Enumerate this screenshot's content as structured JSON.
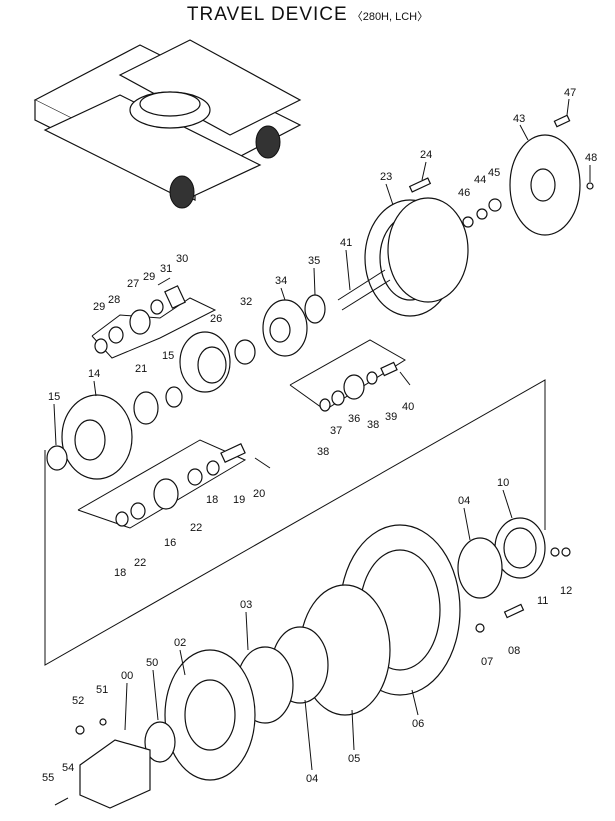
{
  "title": {
    "main": "TRAVEL  DEVICE",
    "sub": "〈280H, LCH〉"
  },
  "labels": {
    "p47": "47",
    "p43": "43",
    "p48": "48",
    "p24": "24",
    "p23": "23",
    "p46": "46",
    "p44": "44",
    "p45": "45",
    "p41": "41",
    "p35": "35",
    "p34": "34",
    "p30": "30",
    "p31": "31",
    "p27": "27",
    "p29a": "29",
    "p29b": "29",
    "p28": "28",
    "p26": "26",
    "p32": "32",
    "p21": "21",
    "p15a": "15",
    "p14": "14",
    "p15b": "15",
    "p37": "37",
    "p36": "36",
    "p38a": "38",
    "p38b": "38",
    "p39": "39",
    "p40": "40",
    "p19": "19",
    "p20": "20",
    "p18a": "18",
    "p22a": "22",
    "p16": "16",
    "p22b": "22",
    "p18b": "18",
    "p10": "10",
    "p04a": "04",
    "p11": "11",
    "p12": "12",
    "p03": "03",
    "p07": "07",
    "p08": "08",
    "p02": "02",
    "p50": "50",
    "p00": "00",
    "p51": "51",
    "p52": "52",
    "p06": "06",
    "p05": "05",
    "p04b": "04",
    "p54": "54",
    "p55": "55"
  }
}
